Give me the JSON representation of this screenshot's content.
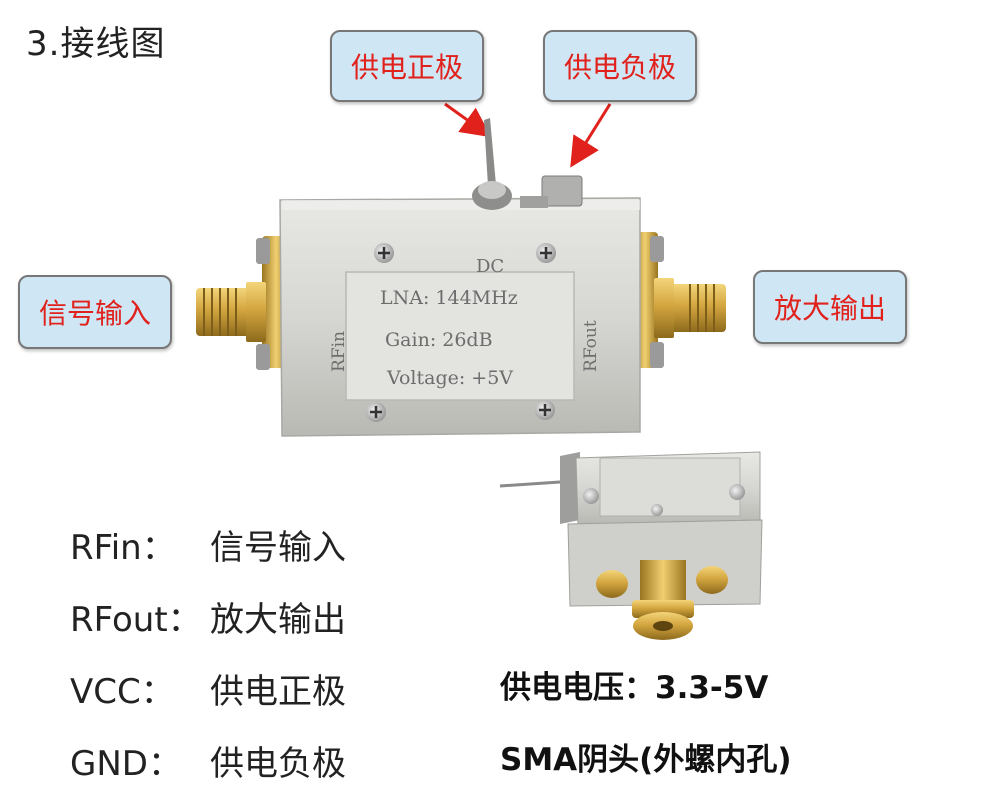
{
  "title": "3.接线图",
  "callouts": {
    "power_positive": "供电正极",
    "power_negative": "供电负极",
    "signal_input": "信号输入",
    "amplified_output": "放大输出"
  },
  "board": {
    "top_label": "DC",
    "left_port": "RFin",
    "right_port": "RFout",
    "lines": [
      "LNA: 144MHz",
      "Gain: 26dB",
      "Voltage: +5V"
    ]
  },
  "pins": [
    {
      "name": "RFin：",
      "desc": "信号输入"
    },
    {
      "name": "RFout：",
      "desc": "放大输出"
    },
    {
      "name": "VCC：",
      "desc": "供电正极"
    },
    {
      "name": "GND：",
      "desc": "供电负极"
    }
  ],
  "specs": {
    "supply_voltage": "供电电压：3.3-5V",
    "connector": "SMA阴头(外螺内孔)"
  },
  "colors": {
    "callout_bg": "#cfe7f5",
    "callout_text": "#e0211c",
    "arrow": "#e0211c",
    "gold": "#d4a640",
    "metal": "#d9d9d6"
  }
}
